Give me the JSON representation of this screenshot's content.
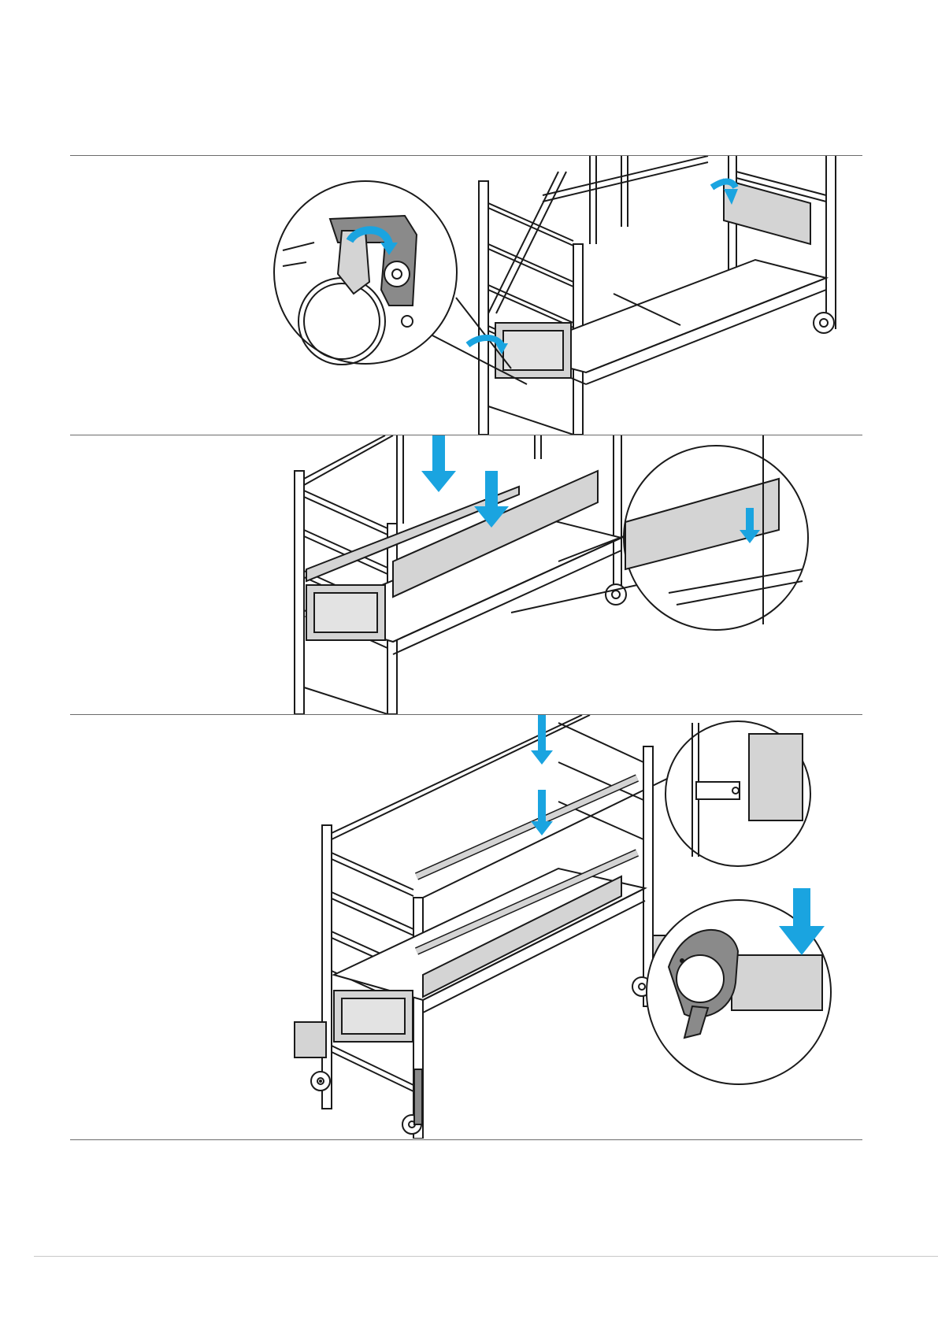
{
  "document": {
    "title": "",
    "steps": [
      {
        "id": 1,
        "caption": "",
        "content": "insert-toe-board-end-hook"
      },
      {
        "id": 2,
        "caption": "",
        "content": "lower-toe-boards-onto-platform"
      },
      {
        "id": 3,
        "caption": "",
        "content": "attach-guardrail-and-stabiliser-clamps"
      }
    ]
  },
  "colors": {
    "line": "#1a1a1a",
    "part_fill": "#d4d4d4",
    "dark_part": "#8a8a8a",
    "arrow": "#1aa4e0",
    "rule": "#6b6b6b",
    "footer_rule": "#c8c8c8"
  },
  "icons": [
    "down-arrow-icon",
    "curved-arrow-icon",
    "wheel-icon",
    "clamp-icon"
  ]
}
